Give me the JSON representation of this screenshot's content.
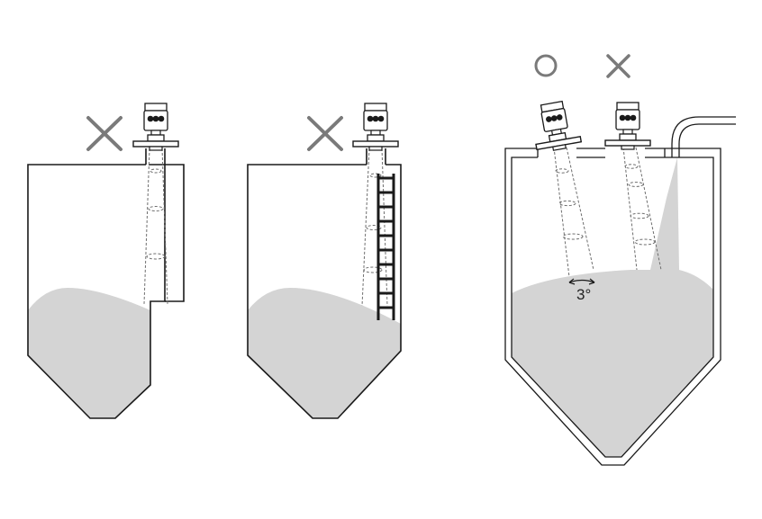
{
  "colors": {
    "outline": "#1a1a1a",
    "material_fill": "#d4d4d4",
    "beam": "#6e6e6e",
    "mark": "#7a7a7a",
    "background": "#ffffff"
  },
  "panels": [
    {
      "scenario": "beam-near-nozzle-wall",
      "verdict": "incorrect",
      "verdict_icon": "cross-icon"
    },
    {
      "scenario": "ladder-inside-tank",
      "verdict": "incorrect",
      "verdict_icon": "cross-icon"
    },
    {
      "scenario": "conical-silo",
      "sensors": [
        {
          "verdict": "correct",
          "verdict_icon": "circle-icon"
        },
        {
          "verdict": "incorrect",
          "verdict_icon": "cross-icon"
        }
      ],
      "angle_label": "3°"
    }
  ]
}
